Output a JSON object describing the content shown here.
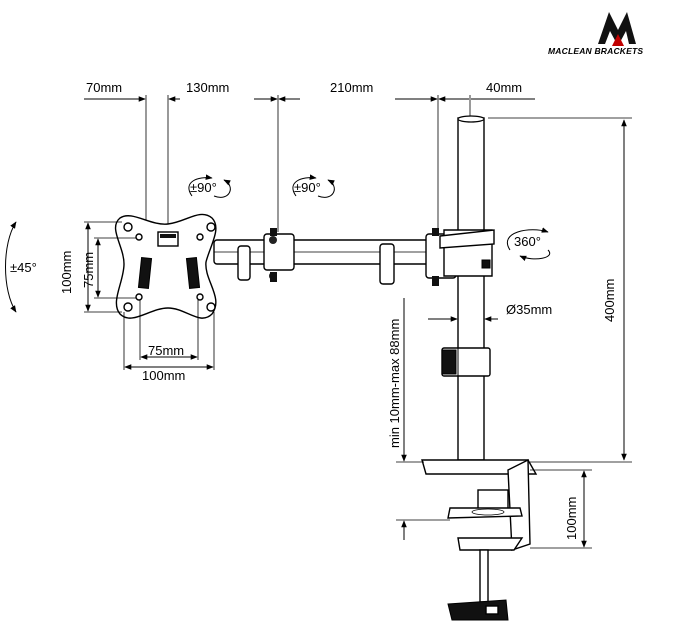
{
  "brand": {
    "name": "MACLEAN BRACKETS",
    "logo_icon": "maclean-m-logo"
  },
  "dimensions": {
    "offset_top_left": "70mm",
    "arm_segment_1": "130mm",
    "arm_segment_2": "210mm",
    "pole_offset": "40mm",
    "pole_height": "400mm",
    "pole_diameter": "Ø35mm",
    "desk_thickness": "min 10mm-max 88mm",
    "clamp_height": "100mm",
    "vesa_outer_h": "100mm",
    "vesa_inner_h": "75mm",
    "vesa_inner_w": "75mm",
    "vesa_outer_w": "100mm"
  },
  "rotations": {
    "tilt": "±45°",
    "swivel_head": "±90°",
    "swivel_arm": "±90°",
    "pole_rotation": "360°"
  }
}
